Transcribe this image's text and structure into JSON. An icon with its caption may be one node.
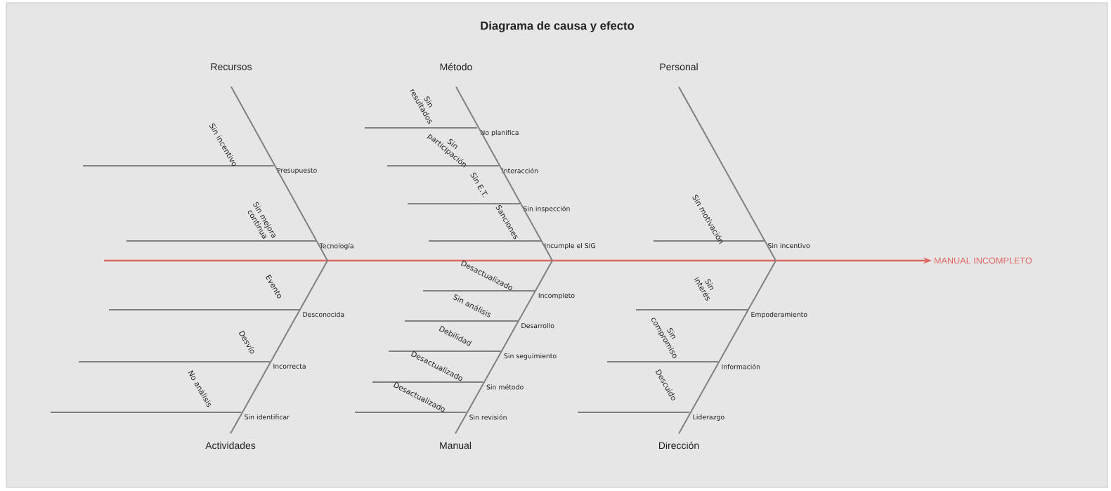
{
  "diagram": {
    "title": "Diagrama de causa y efecto",
    "nodes": [
      {
        "text": [
          "Recursos"
        ]
      },
      {
        "text": [
          "Presupuesto"
        ]
      },
      {
        "text": [
          "Tecnología"
        ]
      },
      {
        "text": [
          "Método"
        ]
      },
      {
        "text": [
          "No planifica"
        ]
      },
      {
        "text": [
          "Interacción"
        ]
      },
      {
        "text": [
          "Sin inspección"
        ]
      },
      {
        "text": [
          "Incumple el SIG"
        ]
      },
      {
        "text": [
          "Personal"
        ]
      },
      {
        "text": [
          "Sin incentivo"
        ]
      },
      {
        "text": [
          "Actividades"
        ]
      },
      {
        "text": [
          "Desconocida"
        ]
      },
      {
        "text": [
          "Incorrecta"
        ]
      },
      {
        "text": [
          "Sin identificar"
        ]
      },
      {
        "text": [
          "Manual"
        ]
      },
      {
        "text": [
          "Incompleto"
        ]
      },
      {
        "text": [
          "Desarrollo"
        ]
      },
      {
        "text": [
          "Sin seguimiento"
        ]
      },
      {
        "text": [
          "Sin método"
        ]
      },
      {
        "text": [
          "Sin revisión"
        ]
      },
      {
        "text": [
          "Dirección"
        ]
      },
      {
        "text": [
          "Empoderamiento"
        ]
      },
      {
        "text": [
          "Información"
        ]
      },
      {
        "text": [
          "Liderazgo"
        ]
      },
      {
        "text": [
          "MANUAL INCOMPLETO"
        ]
      }
    ],
    "edges": [
      {
        "from": null,
        "to": 24,
        "arrow": "to",
        "color": "#e06666"
      },
      {
        "from": 0,
        "to": 10,
        "arrow": "none"
      },
      {
        "from": 3,
        "to": 14,
        "arrow": "none"
      },
      {
        "from": 8,
        "to": 20,
        "arrow": "none"
      },
      {
        "from": null,
        "to": 1,
        "arrow": "none",
        "label": "Sin incentivo"
      },
      {
        "from": null,
        "to": 2,
        "arrow": "none",
        "label": "Sin mejora continua"
      },
      {
        "from": null,
        "to": 4,
        "arrow": "none",
        "label": "Sin resultados"
      },
      {
        "from": null,
        "to": 5,
        "arrow": "none",
        "label": "Sin participación"
      },
      {
        "from": null,
        "to": 6,
        "arrow": "none",
        "label": "Sin E.T."
      },
      {
        "from": null,
        "to": 7,
        "arrow": "none",
        "label": "Sanciones"
      },
      {
        "from": null,
        "to": 9,
        "arrow": "none",
        "label": "Sin motivación"
      },
      {
        "from": null,
        "to": 11,
        "arrow": "none",
        "label": "Evento"
      },
      {
        "from": null,
        "to": 12,
        "arrow": "none",
        "label": "Desvío"
      },
      {
        "from": null,
        "to": 13,
        "arrow": "none",
        "label": "No análisis"
      },
      {
        "from": null,
        "to": 15,
        "arrow": "none",
        "label": "Desactualizado"
      },
      {
        "from": null,
        "to": 16,
        "arrow": "none",
        "label": "Sin análisis"
      },
      {
        "from": null,
        "to": 17,
        "arrow": "none",
        "label": "Debilidad"
      },
      {
        "from": null,
        "to": 18,
        "arrow": "none",
        "label": "Desactualizado"
      },
      {
        "from": null,
        "to": 19,
        "arrow": "none",
        "label": "Desactualizado"
      },
      {
        "from": null,
        "to": 21,
        "arrow": "none",
        "label": "Sin interés"
      },
      {
        "from": null,
        "to": 22,
        "arrow": "none",
        "label": "Sin compromiso"
      },
      {
        "from": null,
        "to": 23,
        "arrow": "none",
        "label": "Descuido"
      }
    ]
  }
}
